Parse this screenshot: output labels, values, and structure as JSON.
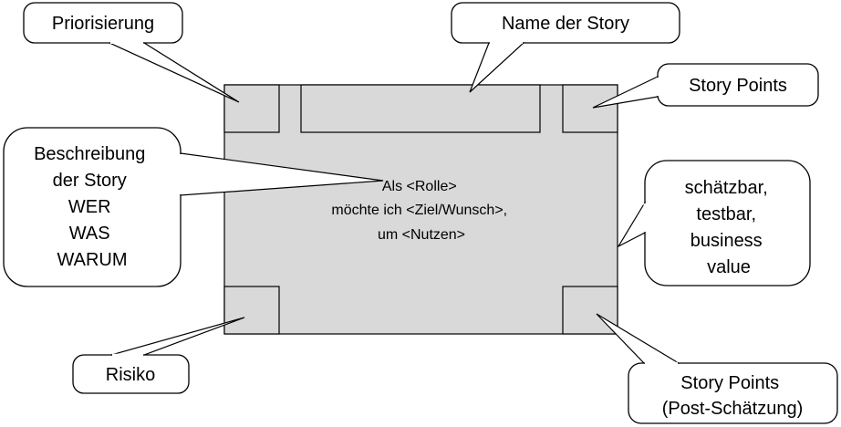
{
  "card": {
    "text_lines": [
      "Als <Rolle>",
      "möchte ich <Ziel/Wunsch>,",
      "um <Nutzen>"
    ]
  },
  "callouts": {
    "prioritization": {
      "lines": [
        "Priorisierung"
      ]
    },
    "story_name": {
      "lines": [
        "Name der Story"
      ]
    },
    "story_points": {
      "lines": [
        "Story Points"
      ]
    },
    "description": {
      "lines": [
        "Beschreibung",
        "der Story",
        "WER",
        "WAS",
        "WARUM"
      ]
    },
    "criteria": {
      "lines": [
        "schätzbar,",
        "testbar,",
        "business",
        "value"
      ]
    },
    "risk": {
      "lines": [
        "Risiko"
      ]
    },
    "story_points_post": {
      "lines": [
        "Story Points",
        "(Post-Schätzung)"
      ]
    }
  }
}
